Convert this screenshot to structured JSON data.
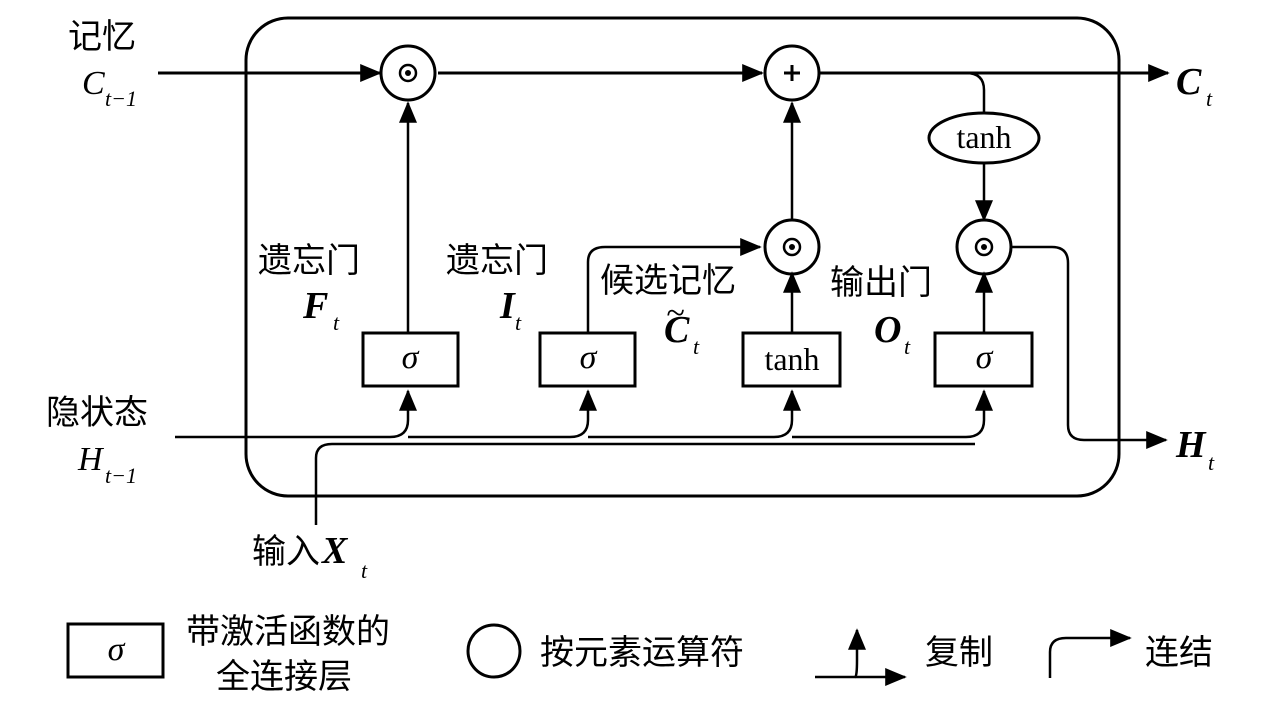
{
  "labels": {
    "memory": "记忆",
    "c_prev": "C",
    "c_prev_sub": "t−1",
    "c_out": "C",
    "c_out_sub": "t",
    "hidden_state": "隐状态",
    "h_prev": "H",
    "h_prev_sub": "t−1",
    "h_out": "H",
    "h_out_sub": "t",
    "input_label": "输入",
    "x_in": "X",
    "x_in_sub": "t",
    "forget_gate": "遗忘门",
    "f": "F",
    "f_sub": "t",
    "input_gate": "遗忘门",
    "i": "I",
    "i_sub": "t",
    "candidate_memory": "候选记忆",
    "c_tilde": "C",
    "c_tilde_mark": "~",
    "c_tilde_sub": "t",
    "output_gate": "输出门",
    "o": "O",
    "o_sub": "t"
  },
  "blocks": {
    "sigma": "σ",
    "tanh": "tanh",
    "tanh_ellipse": "tanh"
  },
  "operators": {
    "multiply": "⊙",
    "add": "+"
  },
  "legend": {
    "sigma_symbol": "σ",
    "fc_layer_line1": "带激活函数的",
    "fc_layer_line2": "全连接层",
    "elementwise_op": "按元素运算符",
    "copy": "复制",
    "concat": "连结"
  }
}
